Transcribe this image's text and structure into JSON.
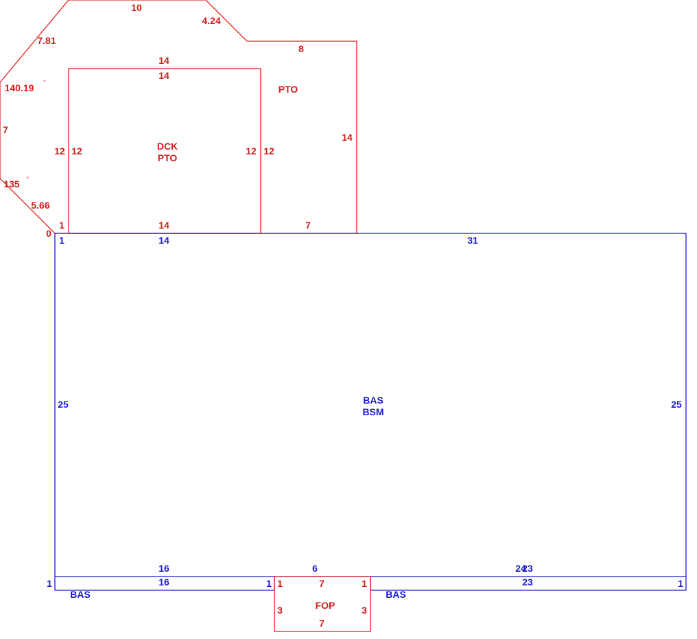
{
  "colors": {
    "red": "#d41b1b",
    "blue": "#1a1acc"
  },
  "pto_outer": {
    "label": "PTO",
    "dims": {
      "top": "10",
      "diag_right": "4.24",
      "step": "8",
      "right": "14",
      "bottom": "7",
      "left": "7",
      "diag_upper_left": "7.81",
      "diag_lower_left": "5.66",
      "small": "1",
      "corner": "0"
    },
    "angles": {
      "upper": "140.19",
      "lower": "135"
    },
    "degree_sign": "°"
  },
  "deck": {
    "label_line1": "DCK",
    "label_line2": "PTO",
    "dims": {
      "top_outer": "14",
      "top_inner": "14",
      "left_outer": "12",
      "left_inner": "12",
      "right_inner": "12",
      "right_outer": "12",
      "bottom": "14"
    }
  },
  "bas_main": {
    "label_line1": "BAS",
    "label_line2": "BSM",
    "dims": {
      "top_left_small": "1",
      "top_left": "14",
      "top_right": "31",
      "left": "25",
      "right": "25",
      "bottom_left": "16",
      "bottom_mid": "6",
      "bottom_right": "23",
      "bottom_right_overlap": "24"
    }
  },
  "bas_strip_left": {
    "label": "BAS",
    "dims": {
      "top": "16",
      "left": "1",
      "right": "1"
    }
  },
  "bas_strip_right": {
    "label": "BAS",
    "dims": {
      "top": "23",
      "right": "1"
    }
  },
  "fop": {
    "label": "FOP",
    "dims": {
      "top": "7",
      "bottom": "7",
      "left": "3",
      "right": "3",
      "left_small": "1",
      "right_small": "1"
    }
  }
}
